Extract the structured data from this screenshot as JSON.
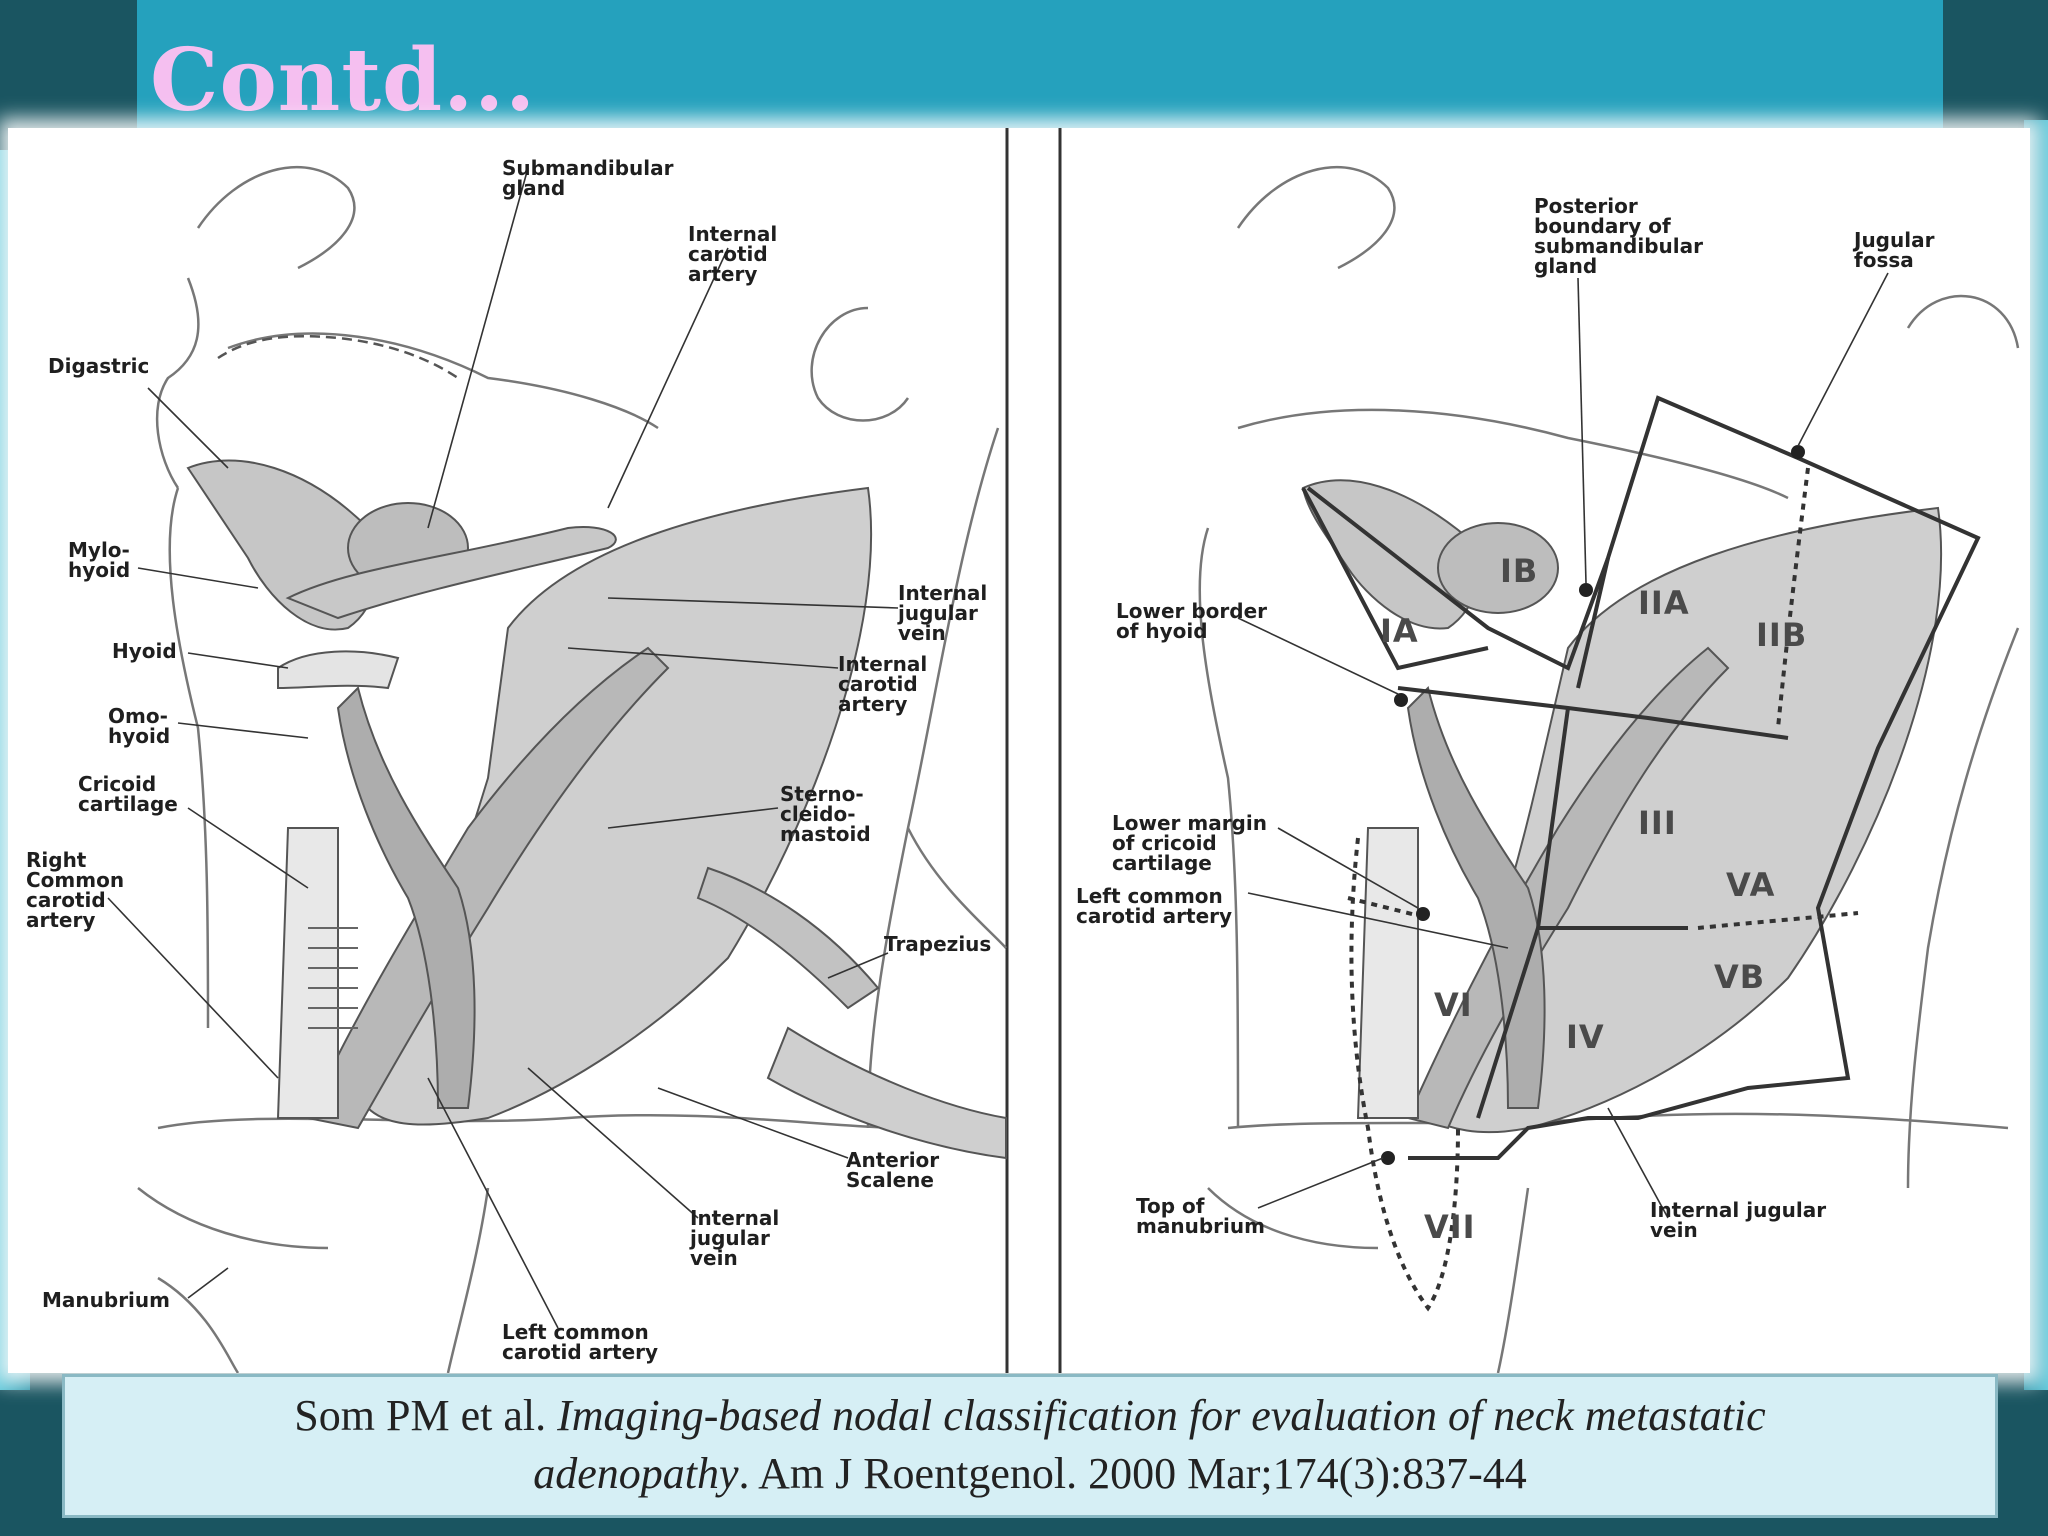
{
  "slide": {
    "title": "Contd..."
  },
  "left_panel": {
    "labels": {
      "submandibular_gland": "Submandibular\ngland",
      "internal_carotid_artery_top": "Internal\ncarotid\nartery",
      "digastric": "Digastric",
      "mylohyoid": "Mylo-\nhyoid",
      "hyoid": "Hyoid",
      "omohyoid": "Omo-\nhyoid",
      "cricoid_cartilage": "Cricoid\ncartilage",
      "right_common_carotid_artery": "Right\nCommon\ncarotid\nartery",
      "internal_jugular_vein_right": "Internal\njugular\nvein",
      "internal_carotid_artery_mid": "Internal\ncarotid\nartery",
      "sternocleidomastoid": "Sterno-\ncleido-\nmastoid",
      "trapezius": "Trapezius",
      "anterior_scalene": "Anterior\nScalene",
      "internal_jugular_vein_bottom": "Internal\njugular\nvein",
      "left_common_carotid_artery": "Left common\ncarotid artery",
      "manubrium": "Manubrium"
    }
  },
  "right_panel": {
    "labels": {
      "posterior_boundary": "Posterior\nboundary of\nsubmandibular\ngland",
      "jugular_fossa": "Jugular\nfossa",
      "lower_border_hyoid": "Lower border\nof hyoid",
      "lower_margin_cricoid": "Lower margin\nof cricoid\ncartilage",
      "left_common_carotid": "Left common\ncarotid artery",
      "top_of_manubrium": "Top of\nmanubrium",
      "internal_jugular_vein": "Internal jugular\nvein"
    },
    "levels": [
      "IA",
      "IB",
      "IIA",
      "IIB",
      "III",
      "VA",
      "VB",
      "IV",
      "VI",
      "VII"
    ]
  },
  "caption": {
    "author": "Som PM et al. ",
    "title_part1": "Imaging-based nodal classification for evaluation of neck metastatic",
    "title_part2": "adenopathy",
    "journal": ". Am J Roentgenol. 2000 Mar;174(3):837-44"
  },
  "colors": {
    "title": "#f5bff0",
    "title_bar": "#25a1bd",
    "background": "#1a5561",
    "caption_bg": "#d6eff5"
  }
}
